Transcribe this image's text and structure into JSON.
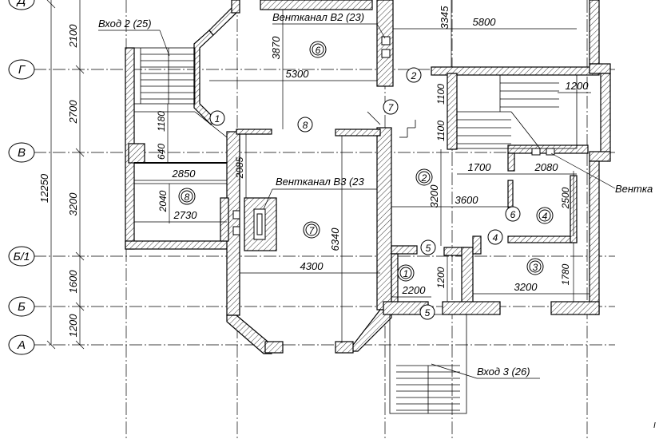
{
  "axes": [
    {
      "label": "Д"
    },
    {
      "label": "Г"
    },
    {
      "label": "В"
    },
    {
      "label": "Б/1"
    },
    {
      "label": "Б"
    },
    {
      "label": "А"
    }
  ],
  "overall_dimension": "12250",
  "axis_spacings": [
    "2100",
    "2700",
    "3200",
    "1600",
    "1200"
  ],
  "dimensions": {
    "d_3345": "3345",
    "d_5800": "5800",
    "d_3870": "3870",
    "d_5300": "5300",
    "d_1100a": "1100",
    "d_1100b": "1100",
    "d_1200_top": "1200",
    "d_1180": "1180",
    "d_640": "640",
    "d_2850": "2850",
    "d_2040": "2040",
    "d_2730": "2730",
    "d_2085": "2085",
    "d_6340": "6340",
    "d_4300": "4300",
    "d_1700": "1700",
    "d_2080": "2080",
    "d_3600": "3600",
    "d_3200_v": "3200",
    "d_2500": "2500",
    "d_1780": "1780",
    "d_3200_h": "3200",
    "d_1200_mid": "1200",
    "d_2200": "2200"
  },
  "labels": {
    "entrance2": "Вход 2 (25)",
    "entrance3": "Вход 3 (26)",
    "vent_b2": "Вентканал В2 (23)",
    "vent_b3": "Вентканал В3 (23",
    "vent_right": "Вентка",
    "corner_note": "I"
  },
  "rooms": [
    {
      "id": "r6",
      "number": "6"
    },
    {
      "id": "r7",
      "number": "7"
    },
    {
      "id": "r8",
      "number": "8"
    },
    {
      "id": "r2",
      "number": "2"
    },
    {
      "id": "r4",
      "number": "4"
    },
    {
      "id": "r3",
      "number": "3"
    },
    {
      "id": "r1",
      "number": "1"
    }
  ],
  "doors": [
    {
      "id": "dr2",
      "number": "2"
    },
    {
      "id": "dr7",
      "number": "7"
    },
    {
      "id": "dr8",
      "number": "8"
    },
    {
      "id": "dr1",
      "number": "1"
    },
    {
      "id": "dr6",
      "number": "6"
    },
    {
      "id": "dr4",
      "number": "4"
    },
    {
      "id": "dr5a",
      "number": "5"
    },
    {
      "id": "dr5b",
      "number": "5"
    }
  ]
}
